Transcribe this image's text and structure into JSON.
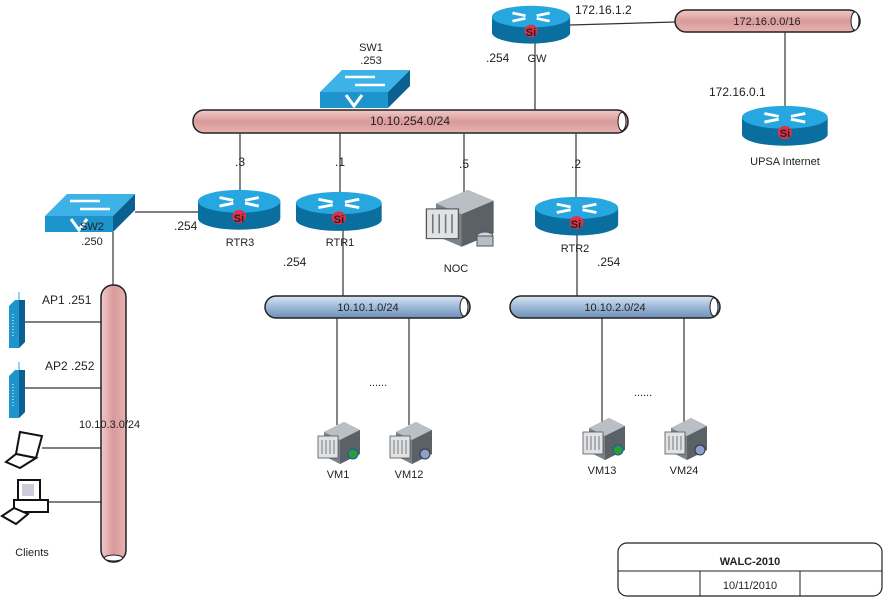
{
  "colors": {
    "backbone_pipe": "#d99a9a",
    "subnet_pipe": "#9db8d8",
    "device_blue": "#1e9bd7",
    "si_badge": "#e0304a"
  },
  "backbone": {
    "label": "10.10.254.0/24"
  },
  "wan": {
    "label": "172.16.0.0/16"
  },
  "lan1": {
    "label": "10.10.1.0/24"
  },
  "lan2": {
    "label": "10.10.2.0/24"
  },
  "lan3": {
    "label": "10.10.3.0/24"
  },
  "gw": {
    "name": "GW",
    "ip_backbone": ".254",
    "ip_wan": "172.16.1.2"
  },
  "upsa": {
    "name": "UPSA Internet",
    "ip": "172.16.0.1"
  },
  "sw1": {
    "name": "SW1",
    "ip": ".253"
  },
  "sw2": {
    "name": "SW2",
    "ip": ".250"
  },
  "rtr3": {
    "name": "RTR3",
    "ip_backbone": ".3",
    "ip_lan": ".254"
  },
  "rtr1": {
    "name": "RTR1",
    "ip_backbone": ".1",
    "ip_lan": ".254"
  },
  "noc": {
    "name": "NOC",
    "ip": ".5"
  },
  "rtr2": {
    "name": "RTR2",
    "ip_backbone": ".2",
    "ip_lan": ".254"
  },
  "router_badge": "Si",
  "ap1": {
    "label": "AP1 .251"
  },
  "ap2": {
    "label": "AP2 .252"
  },
  "clients": {
    "label": "Clients"
  },
  "vms": [
    {
      "name": "VM1"
    },
    {
      "name": "VM12"
    },
    {
      "name": "VM13"
    },
    {
      "name": "VM24"
    }
  ],
  "ellipsis": "......",
  "title_block": {
    "title": "WALC-2010",
    "date": "10/11/2010"
  }
}
